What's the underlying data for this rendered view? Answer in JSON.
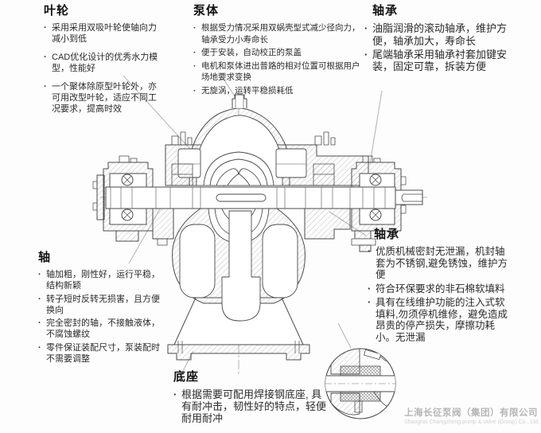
{
  "ui": {
    "bullet": "·"
  },
  "sections": {
    "impeller": {
      "heading": "叶轮",
      "bullets": [
        "采用采用双吸叶轮使轴向力减小到低",
        "CAD优化设计的优秀水力模型，性能好",
        "一个聚体除原型叶轮外，亦可用改型叶轮，适应不同工况要求，提高时效"
      ]
    },
    "pump_body": {
      "heading": "泵体",
      "bullets": [
        "根据受力情况采用双蜗壳型式减少径向力，轴承受力小寿命长",
        "便于安装，自动校正的泵盖",
        "电机和泵体进出普路的相对位置可根据用户场地要求变换",
        "无旋涡，运转平稳损耗低"
      ]
    },
    "bearing_top": {
      "heading": "轴承",
      "bullets": [
        "油脂润滑的滚动轴承，维护方便，轴承加大，寿命长",
        "尾端轴承采用轴承衬套加键安装，固定可靠，拆装方便"
      ]
    },
    "shaft": {
      "heading": "轴",
      "bullets": [
        "轴加粗，刚性好，运行平稳，结构新颖",
        "转子短时反转无损害，且方便换向",
        "完全密封的轴，不接触液体，不腐蚀螺纹",
        "零件保证装配尺寸，泵装配时不需要调整"
      ]
    },
    "seal": {
      "heading": "轴承",
      "bullets": [
        "优质机械密封无泄漏，机封轴套为不锈钢,避免锈蚀，维护方便",
        "符合环保要求的非石棉软填料",
        "具有在线维护功能的注入式软填料,勿须停机维修，避免造成昂贵的停产损失，摩擦功耗小。无泄漏"
      ]
    },
    "base": {
      "heading": "底座",
      "bullets": [
        "根据需要可配用焊接钢底座, 具有耐冲击，韧性好的特点，轻便耐用耐冲"
      ]
    }
  },
  "watermark": {
    "company_cn": "上海长征泵阀（集团）有限公司",
    "company_en": "Shanghai Changzheng pump & valve (Group) Co., Ltd."
  },
  "colors": {
    "drawing_line": "#4a4a4a",
    "hatch": "#a0a0a0",
    "leader_line": "#b8b8b8",
    "text": "#2b2b2b",
    "heading": "#111111",
    "watermark_cn": "#b5b5b5",
    "watermark_en": "#d0d0d0",
    "background": "#fdfdfd"
  }
}
